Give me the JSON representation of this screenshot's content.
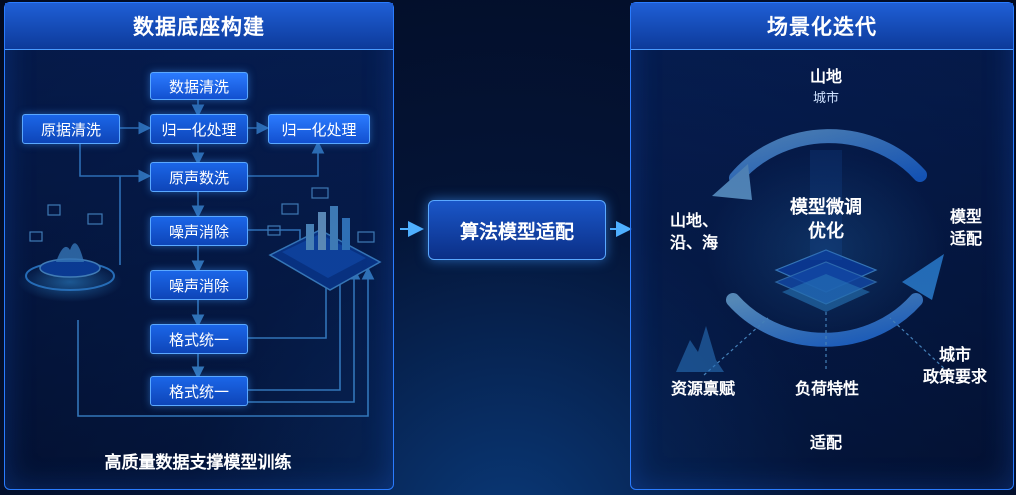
{
  "left": {
    "title": "数据底座构建",
    "nodes": {
      "raw_clean": "原据清洗",
      "data_clean": "数据清洗",
      "normalize_1": "归一化处理",
      "normalize_2": "归一化处理",
      "audio_wash": "原声数洗",
      "denoise_1": "噪声消除",
      "denoise_2": "噪声消除",
      "format_1": "格式统一",
      "format_2": "格式统一"
    },
    "caption": "高质量数据支撑模型训练"
  },
  "middle": {
    "algo": "算法模型适配"
  },
  "right": {
    "title": "场景化迭代",
    "top": {
      "main": "山地",
      "sub": "城市"
    },
    "left_label": {
      "line1": "山地、",
      "line2": "沿、海"
    },
    "right_label": {
      "line1": "模型",
      "line2": "适配"
    },
    "center": {
      "line1": "模型微调",
      "line2": "优化"
    },
    "bottom_left": "资源禀赋",
    "bottom_mid": "负荷特性",
    "bottom_right": {
      "line1": "城市",
      "line2": "政策要求"
    },
    "bottom": "适配"
  },
  "colors": {
    "accent": "#2a7cff",
    "node": "#1b66e8",
    "ring": "#3aa6ff"
  }
}
